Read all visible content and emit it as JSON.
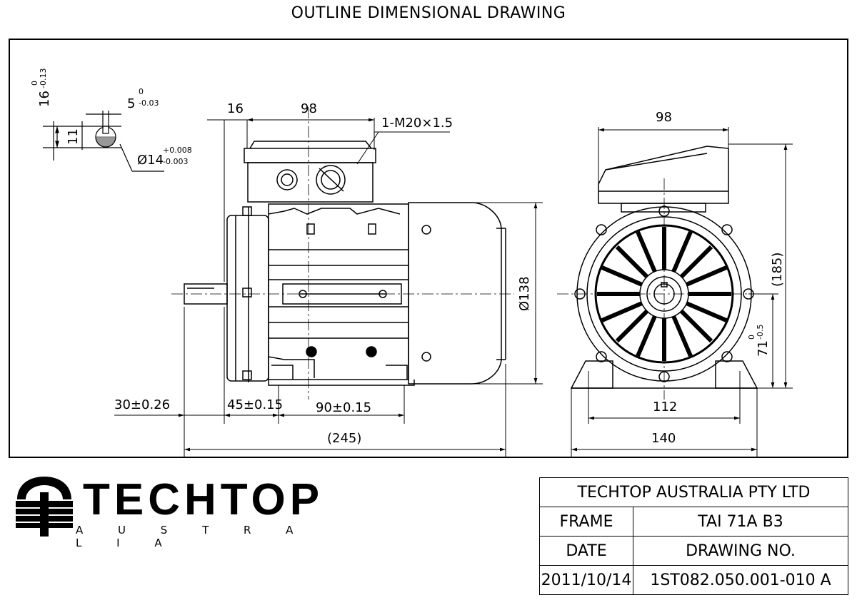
{
  "title": "OUTLINE DIMENSIONAL DRAWING",
  "shaft_detail": {
    "key_height": "16",
    "key_height_tol_upper": "0",
    "key_height_tol_lower": "-0.13",
    "key_width": "5",
    "key_width_tol_upper": "0",
    "key_width_tol_lower": "-0.03",
    "key_depth": "11",
    "shaft_dia": "Ø14",
    "shaft_dia_tol_upper": "+0.008",
    "shaft_dia_tol_lower": "-0.003"
  },
  "side_view": {
    "dim_16": "16",
    "dim_98": "98",
    "gland": "1-M20×1.5",
    "dia_138": "Ø138",
    "dim_30": "30±0.26",
    "dim_45": "45±0.15",
    "dim_90": "90±0.15",
    "dim_245": "(245)"
  },
  "end_view": {
    "dim_98": "98",
    "dim_185": "(185)",
    "dim_71": "71",
    "dim_71_tol_upper": "0",
    "dim_71_tol_lower": "-0.5",
    "dim_112": "112",
    "dim_140": "140"
  },
  "logo": {
    "name": "TECHTOP",
    "sub": "A U S T R A L I A"
  },
  "title_block": {
    "company": "TECHTOP AUSTRALIA PTY LTD",
    "frame_label": "FRAME",
    "frame_value": "TAI 71A B3",
    "date_label": "DATE",
    "drawing_label": "DRAWING NO.",
    "date_value": "2011/10/14",
    "drawing_value": "1ST082.050.001-010 A"
  }
}
